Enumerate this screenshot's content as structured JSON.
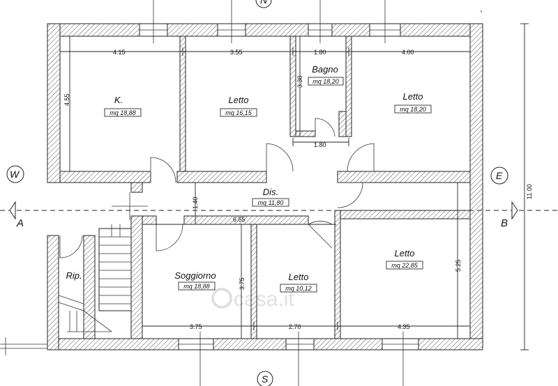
{
  "compass": {
    "north": "N",
    "south": "S",
    "west": "W",
    "east": "E"
  },
  "section": {
    "left": "A",
    "right": "B"
  },
  "rooms": {
    "kitchen": {
      "name": "K.",
      "area": "mq 18,88"
    },
    "bed1": {
      "name": "Letto",
      "area": "mq 16,15"
    },
    "bath": {
      "name": "Bagno",
      "area": "mq 18,20"
    },
    "bed2": {
      "name": "Letto",
      "area": "mq 18,20"
    },
    "hall": {
      "name": "Dis.",
      "area": "mq 11,80"
    },
    "living": {
      "name": "Soggiorno",
      "area": "mq 18,88"
    },
    "bed3": {
      "name": "Letto",
      "area": "mq 10,12"
    },
    "bed4": {
      "name": "Letto",
      "area": "mq 22,85"
    },
    "storage": {
      "name": "Rip."
    }
  },
  "dims": {
    "top_1": "4.15",
    "top_2": "3.55",
    "top_3": "1.80",
    "top_4": "4.00",
    "kitchen_h": "4.55",
    "bath_h": "3.30",
    "bath_w": "1.80",
    "hall_h": "1.40",
    "hall_w": "6.55",
    "living_h": "3.75",
    "bed4_h": "5.25",
    "bot_1": "3.75",
    "bot_2": "2.70",
    "bot_3": "4.35",
    "total_h": "11.00"
  },
  "watermark": "casa.it"
}
